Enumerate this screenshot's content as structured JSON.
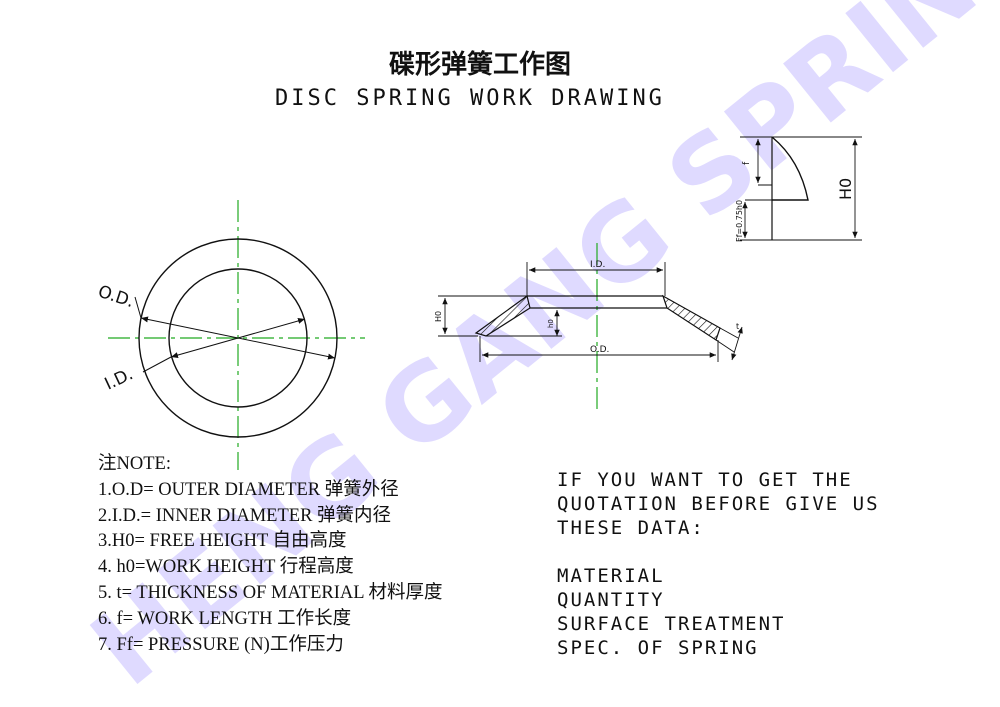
{
  "title": {
    "cn": "碟形弹簧工作图",
    "en": "DISC SPRING WORK DRAWING"
  },
  "labels": {
    "od_circle": "O.D.",
    "id_circle": "I.D.",
    "section_id": "I.D.",
    "section_od": "O.D.",
    "section_H0": "H0",
    "section_h0": "h0",
    "section_t": "t",
    "curve_f": "f",
    "curve_ff": "Ff=0.75h0",
    "curve_H0": "H0"
  },
  "notes": {
    "heading": "注NOTE:",
    "items": [
      "1.O.D= OUTER DIAMETER 弹簧外径",
      "2.I.D.= INNER DIAMETER 弹簧内径",
      "3.H0= FREE HEIGHT 自由高度",
      "4. h0=WORK HEIGHT 行程高度",
      "5. t= THICKNESS OF MATERIAL 材料厚度",
      "6. f= WORK LENGTH 工作长度",
      "7. Ff= PRESSURE (N)工作压力"
    ]
  },
  "request": {
    "intro": [
      "IF YOU WANT TO GET THE",
      "QUOTATION BEFORE GIVE US",
      "THESE DATA:"
    ],
    "items": [
      "MATERIAL",
      "QUANTITY",
      "SURFACE TREATMENT",
      "SPEC. OF SPRING"
    ]
  },
  "watermark": {
    "text": "HENG GANG SPRING",
    "color": "#d9d4ff"
  },
  "colors": {
    "ink": "#111111",
    "centerline": "#22aa22",
    "watermark": "#d9d4ff"
  }
}
